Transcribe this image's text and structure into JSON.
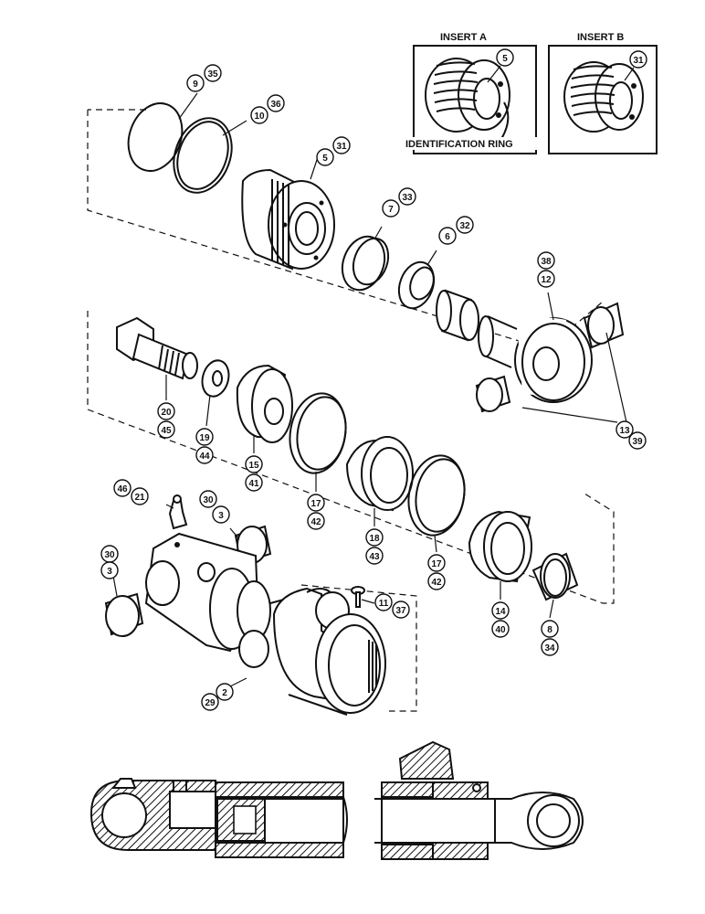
{
  "insets": {
    "a": {
      "title": "INSERT A",
      "callout": "5",
      "note": "IDENTIFICATION RING"
    },
    "b": {
      "title": "INSERT B",
      "callout": "31"
    }
  },
  "callouts": {
    "c9_35": [
      "9",
      "35"
    ],
    "c10_36": [
      "10",
      "36"
    ],
    "c5_31": [
      "5",
      "31"
    ],
    "c7_33": [
      "7",
      "33"
    ],
    "c6_32": [
      "6",
      "32"
    ],
    "c38_12": [
      "38",
      "12"
    ],
    "c20_45": [
      "20",
      "45"
    ],
    "c19_44": [
      "19",
      "44"
    ],
    "c15_41": [
      "15",
      "41"
    ],
    "c17_42a": [
      "17",
      "42"
    ],
    "c18_43": [
      "18",
      "43"
    ],
    "c17_42b": [
      "17",
      "42"
    ],
    "c14_40": [
      "14",
      "40"
    ],
    "c13_39": [
      "13",
      "39"
    ],
    "c8_34": [
      "8",
      "34"
    ],
    "c46_21": [
      "46",
      "21"
    ],
    "c30_3a": [
      "30",
      "3"
    ],
    "c30_3b": [
      "30",
      "3"
    ],
    "c11_37": [
      "11",
      "37"
    ],
    "c29_2": [
      "29",
      "2"
    ]
  }
}
